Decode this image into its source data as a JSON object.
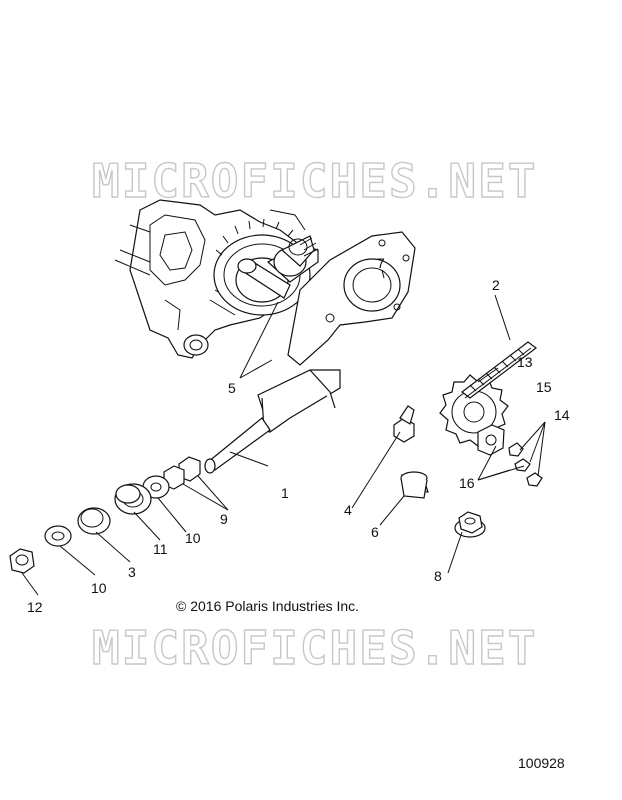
{
  "watermark": {
    "top_text": "MICROFICHES.NET",
    "bottom_text": "MICROFICHES.NET"
  },
  "copyright": "© 2016 Polaris Industries Inc.",
  "reference_number": "100928",
  "callouts": {
    "c1": "1",
    "c2": "2",
    "c3": "3",
    "c4": "4",
    "c5": "5",
    "c6": "6",
    "c7": "7",
    "c8": "8",
    "c9": "9",
    "c10a": "10",
    "c10b": "10",
    "c11": "11",
    "c12": "12",
    "c13": "13",
    "c14": "14",
    "c15": "15",
    "c16": "16"
  }
}
